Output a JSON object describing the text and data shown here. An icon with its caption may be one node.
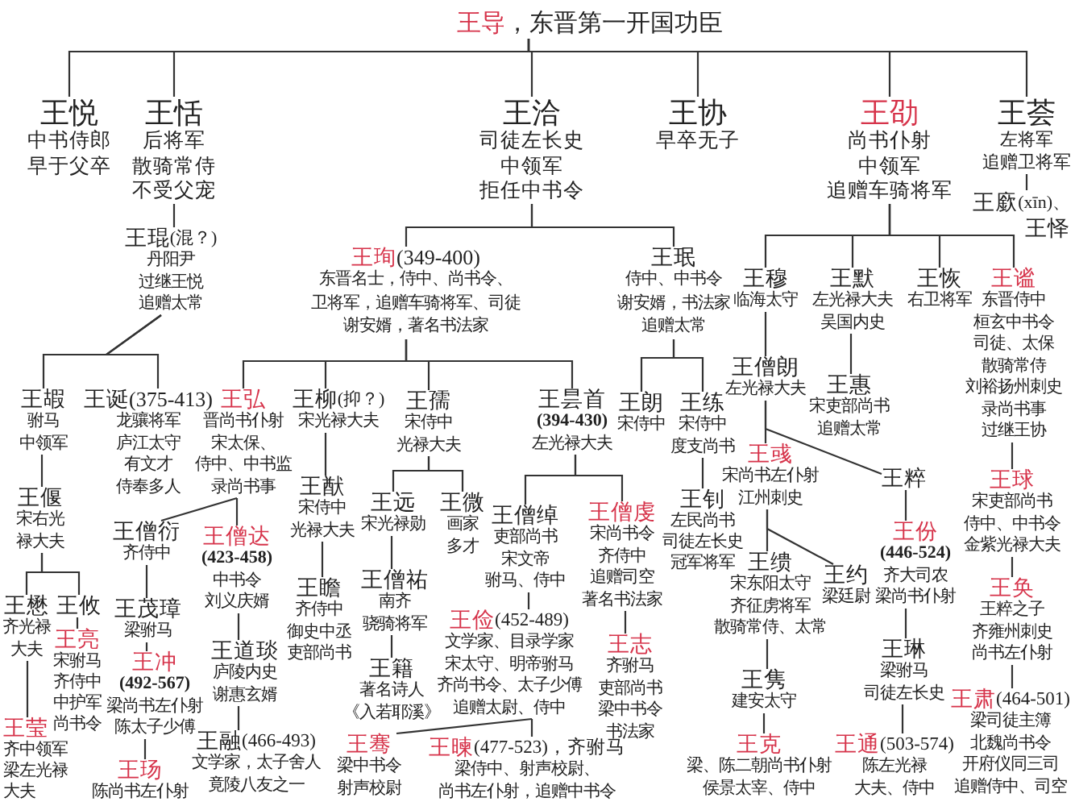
{
  "diagram": {
    "nodes": [
      {
        "text": [
          "王导",
          "，东晋第一开国功臣"
        ]
      },
      {
        "text": [
          "王悦",
          "中书侍郎",
          "早于父卒"
        ]
      },
      {
        "text": [
          "王恬",
          "后将军",
          "散骑常侍",
          "不受父宠"
        ]
      },
      {
        "text": [
          "王洽",
          "司徒左长史",
          "中领军",
          "拒任中书令"
        ]
      },
      {
        "text": [
          "王协",
          "早卒无子"
        ]
      },
      {
        "text": [
          "王劭",
          "尚书仆射",
          "中领军",
          "追赠车骑将军"
        ]
      },
      {
        "text": [
          "王荟",
          "左将军",
          "追赠卫将军"
        ]
      },
      {
        "text": [
          "王廞",
          "(xīn)、",
          "王怿"
        ]
      },
      {
        "text": [
          "王琨",
          "(混？)",
          "丹阳尹",
          "过继王悦",
          "追赠太常"
        ]
      },
      {
        "text": [
          "王珣",
          "(349-400)",
          "东晋名士，侍中、尚书令、",
          "卫将军，追赠车骑将军、司徒",
          "谢安婿，著名书法家"
        ]
      },
      {
        "text": [
          "王珉",
          "侍中、中书令",
          "谢安婿，书法家",
          "追赠太常"
        ]
      },
      {
        "text": [
          "王穆",
          "临海太守"
        ]
      },
      {
        "text": [
          "王默",
          "左光禄大夫",
          "吴国内史"
        ]
      },
      {
        "text": [
          "王恢",
          "右卫将军"
        ]
      },
      {
        "text": [
          "王谧",
          "东晋侍中",
          "桓玄中书令",
          "司徒、太保",
          "散骑常侍",
          "刘裕扬州刺史",
          "录尚书事",
          "过继王协"
        ]
      },
      {
        "text": [
          "王僧朗",
          "左光禄大夫"
        ]
      },
      {
        "text": [
          "王惠",
          "宋吏部尚书",
          "追赠太常"
        ]
      },
      {
        "text": [
          "王嘏",
          "驸马",
          "中领军"
        ]
      },
      {
        "text": [
          "王诞",
          "(375-413)",
          "龙骧将军",
          "庐江太守",
          "有文才",
          "侍奉多人"
        ]
      },
      {
        "text": [
          "王弘",
          "晋尚书仆射",
          "宋太保、",
          "侍中、中书监",
          "录尚书事"
        ]
      },
      {
        "text": [
          "王柳",
          "(抑？)",
          "宋光禄大夫"
        ]
      },
      {
        "text": [
          "王孺",
          "宋侍中",
          "光禄大夫"
        ]
      },
      {
        "text": [
          "王昙首",
          "(394-430)",
          "左光禄大夫"
        ]
      },
      {
        "text": [
          "王朗",
          "宋侍中"
        ]
      },
      {
        "text": [
          "王练",
          "宋侍中",
          "度支尚书"
        ]
      },
      {
        "text": [
          "王彧",
          "宋尚书左仆射",
          "江州刺史"
        ]
      },
      {
        "text": [
          "王粹"
        ]
      },
      {
        "text": [
          "王球",
          "宋吏部尚书",
          "侍中、中书令",
          "金紫光禄大夫"
        ]
      },
      {
        "text": [
          "王偃",
          "宋右光禄大夫"
        ]
      },
      {
        "text": [
          "王猷",
          "宋侍中",
          "光禄大夫"
        ]
      },
      {
        "text": [
          "王远",
          "宋光禄勋"
        ]
      },
      {
        "text": [
          "王微",
          "画家",
          "多才"
        ]
      },
      {
        "text": [
          "王钊",
          "左民尚书",
          "司徒左长史",
          "冠军将军"
        ]
      },
      {
        "text": [
          "王僧绰",
          "吏部尚书",
          "宋文帝",
          "驸马、侍中"
        ]
      },
      {
        "text": [
          "王僧虔",
          "宋尚书令",
          "齐侍中",
          "追赠司空",
          "著名书法家"
        ]
      },
      {
        "text": [
          "王僧衍",
          "齐侍中"
        ]
      },
      {
        "text": [
          "王僧达",
          "(423-458)",
          "中书令",
          "刘义庆婿"
        ]
      },
      {
        "text": [
          "王份",
          "(446-524)",
          "齐大司农",
          "梁尚书仆射"
        ]
      },
      {
        "text": [
          "王缋",
          "宋东阳太守",
          "齐征虏将军",
          "散骑常侍、太常"
        ]
      },
      {
        "text": [
          "王约",
          "梁廷尉"
        ]
      },
      {
        "text": [
          "王僧祐",
          "南齐",
          "骁骑将军"
        ]
      },
      {
        "text": [
          "王瞻",
          "齐侍中",
          "御史中丞",
          "吏部尚书"
        ]
      },
      {
        "text": [
          "王奂",
          "王粹之子",
          "齐雍州刺史",
          "尚书左仆射"
        ]
      },
      {
        "text": [
          "王懋",
          "齐光禄大夫"
        ]
      },
      {
        "text": [
          "王攸"
        ]
      },
      {
        "text": [
          "王茂璋",
          "梁驸马"
        ]
      },
      {
        "text": [
          "王俭",
          "(452-489)",
          "文学家、目录学家",
          "宋太守、明帝驸马",
          "齐尚书令、太子少傅",
          "追赠太尉、侍中"
        ]
      },
      {
        "text": [
          "王亮",
          "宋驸马",
          "齐侍中",
          "中护军",
          "尚书令"
        ]
      },
      {
        "text": [
          "王道琰",
          "庐陵内史",
          "谢惠玄婿"
        ]
      },
      {
        "text": [
          "王志",
          "齐驸马",
          "吏部尚书",
          "梁中书令",
          "书法家"
        ]
      },
      {
        "text": [
          "王琳",
          "梁驸马",
          "司徒左长史"
        ]
      },
      {
        "text": [
          "王冲",
          "(492-567)",
          "梁尚书左仆射",
          "陈太子少傅"
        ]
      },
      {
        "text": [
          "王籍",
          "著名诗人",
          "《入若耶溪》"
        ]
      },
      {
        "text": [
          "王隽",
          "建安太守"
        ]
      },
      {
        "text": [
          "王肃",
          "(464-501)",
          "梁司徒主簿",
          "北魏尚书令",
          "开府仪同三司",
          "追赠侍中、司空"
        ]
      },
      {
        "text": [
          "王莹",
          "齐中领军",
          "梁左光禄大夫"
        ]
      },
      {
        "text": [
          "王融",
          "(466-493)",
          "文学家，太子舍人",
          "竟陵八友之一"
        ]
      },
      {
        "text": [
          "王骞",
          "梁中书令",
          "射声校尉"
        ]
      },
      {
        "text": [
          "王暕",
          "(477-523)，齐驸马",
          "梁侍中、射声校尉、",
          "尚书左仆射，追赠中书令"
        ]
      },
      {
        "text": [
          "王克",
          "梁、陈二朝尚书仆射",
          "侯景太宰、侍中"
        ]
      },
      {
        "text": [
          "王通",
          "(503-574)",
          "陈左光禄",
          "大夫、侍中"
        ]
      },
      {
        "text": [
          "王玚",
          "陈尚书左仆射"
        ]
      }
    ],
    "edges": [
      {
        "from": 0,
        "to": 1,
        "arrow": "none"
      },
      {
        "from": 0,
        "to": 2,
        "arrow": "none"
      },
      {
        "from": 0,
        "to": 3,
        "arrow": "none"
      },
      {
        "from": 0,
        "to": 4,
        "arrow": "none"
      },
      {
        "from": 0,
        "to": 5,
        "arrow": "none"
      },
      {
        "from": 0,
        "to": 6,
        "arrow": "none"
      },
      {
        "from": 6,
        "to": 7,
        "arrow": "none"
      },
      {
        "from": 2,
        "to": 8,
        "arrow": "none"
      },
      {
        "from": 3,
        "to": 9,
        "arrow": "none"
      },
      {
        "from": 3,
        "to": 10,
        "arrow": "none"
      },
      {
        "from": 5,
        "to": 11,
        "arrow": "none"
      },
      {
        "from": 5,
        "to": 12,
        "arrow": "none"
      },
      {
        "from": 5,
        "to": 13,
        "arrow": "none"
      },
      {
        "from": 5,
        "to": 14,
        "arrow": "none"
      },
      {
        "from": 11,
        "to": 15,
        "arrow": "none"
      },
      {
        "from": 12,
        "to": 16,
        "arrow": "none"
      },
      {
        "from": 8,
        "to": 17,
        "arrow": "none"
      },
      {
        "from": 8,
        "to": 18,
        "arrow": "none"
      },
      {
        "from": 9,
        "to": 19,
        "arrow": "none"
      },
      {
        "from": 9,
        "to": 20,
        "arrow": "none"
      },
      {
        "from": 9,
        "to": 21,
        "arrow": "none"
      },
      {
        "from": 9,
        "to": 22,
        "arrow": "none"
      },
      {
        "from": 10,
        "to": 23,
        "arrow": "none"
      },
      {
        "from": 10,
        "to": 24,
        "arrow": "none"
      },
      {
        "from": 15,
        "to": 25,
        "arrow": "none"
      },
      {
        "from": 15,
        "to": 26,
        "arrow": "none"
      },
      {
        "from": 14,
        "to": 27,
        "arrow": "none"
      },
      {
        "from": 17,
        "to": 28,
        "arrow": "none"
      },
      {
        "from": 20,
        "to": 29,
        "arrow": "none"
      },
      {
        "from": 21,
        "to": 30,
        "arrow": "none"
      },
      {
        "from": 21,
        "to": 31,
        "arrow": "none"
      },
      {
        "from": 24,
        "to": 32,
        "arrow": "none"
      },
      {
        "from": 22,
        "to": 33,
        "arrow": "none"
      },
      {
        "from": 22,
        "to": 34,
        "arrow": "none"
      },
      {
        "from": 19,
        "to": 35,
        "arrow": "none"
      },
      {
        "from": 19,
        "to": 36,
        "arrow": "none"
      },
      {
        "from": 26,
        "to": 37,
        "arrow": "none"
      },
      {
        "from": 25,
        "to": 38,
        "arrow": "none"
      },
      {
        "from": 25,
        "to": 39,
        "arrow": "none"
      },
      {
        "from": 30,
        "to": 40,
        "arrow": "none"
      },
      {
        "from": 29,
        "to": 41,
        "arrow": "none"
      },
      {
        "from": 27,
        "to": 42,
        "arrow": "none"
      },
      {
        "from": 28,
        "to": 43,
        "arrow": "none"
      },
      {
        "from": 28,
        "to": 44,
        "arrow": "none"
      },
      {
        "from": 35,
        "to": 45,
        "arrow": "none"
      },
      {
        "from": 33,
        "to": 46,
        "arrow": "none"
      },
      {
        "from": 44,
        "to": 47,
        "arrow": "none"
      },
      {
        "from": 36,
        "to": 48,
        "arrow": "none"
      },
      {
        "from": 34,
        "to": 49,
        "arrow": "none"
      },
      {
        "from": 37,
        "to": 50,
        "arrow": "none"
      },
      {
        "from": 45,
        "to": 51,
        "arrow": "none"
      },
      {
        "from": 40,
        "to": 52,
        "arrow": "none"
      },
      {
        "from": 38,
        "to": 53,
        "arrow": "none"
      },
      {
        "from": 42,
        "to": 54,
        "arrow": "none"
      },
      {
        "from": 43,
        "to": 55,
        "arrow": "none"
      },
      {
        "from": 48,
        "to": 56,
        "arrow": "none"
      },
      {
        "from": 46,
        "to": 57,
        "arrow": "none"
      },
      {
        "from": 46,
        "to": 58,
        "arrow": "none"
      },
      {
        "from": 53,
        "to": 59,
        "arrow": "none"
      },
      {
        "from": 50,
        "to": 60,
        "arrow": "none"
      },
      {
        "from": 51,
        "to": 61,
        "arrow": "none"
      }
    ]
  }
}
